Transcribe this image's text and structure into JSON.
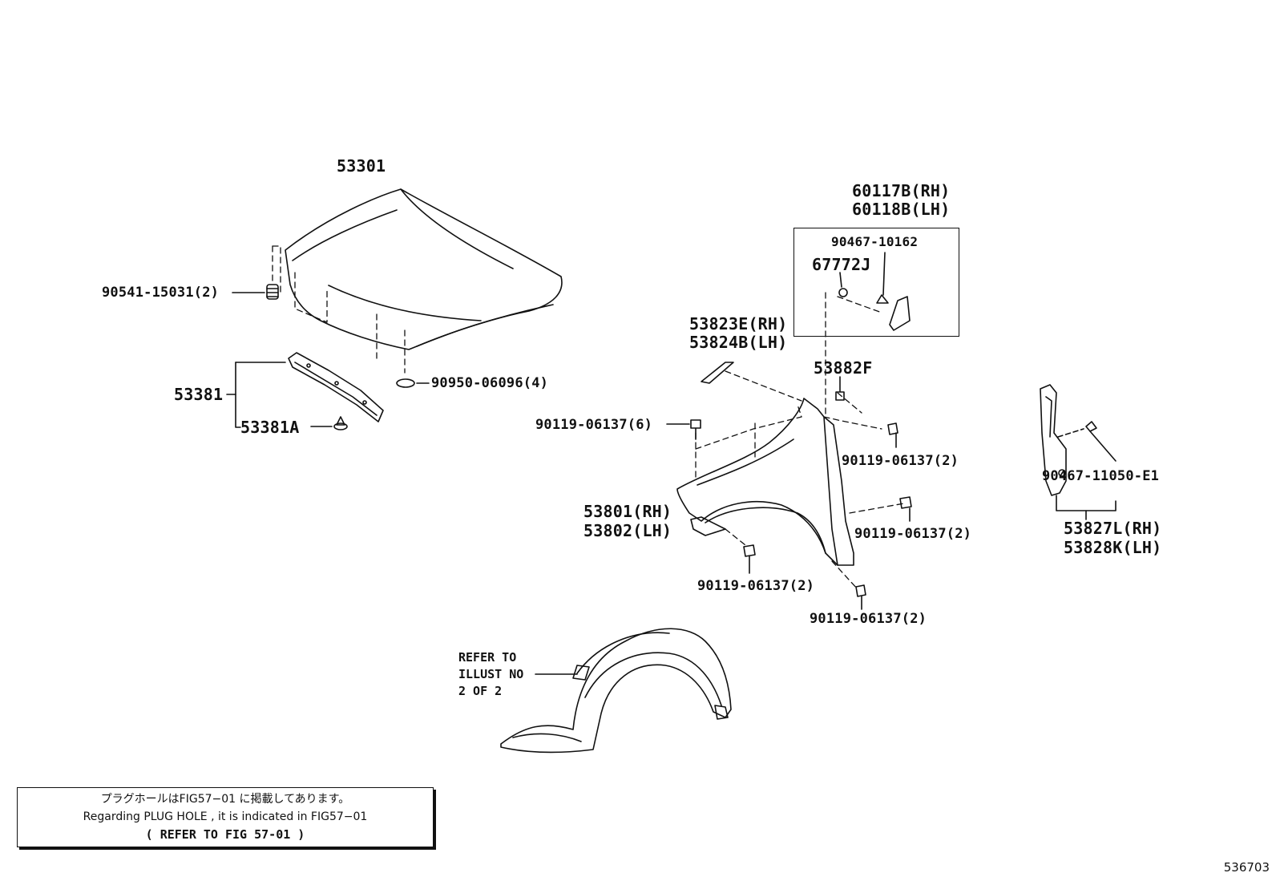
{
  "labels": {
    "hood": "53301",
    "hood_cushion": "90541-15031(2)",
    "hood_seal": "90950-06096(4)",
    "hood_seal_1": "53381",
    "hood_seal_clip": "53381A",
    "bracket_rh": "53823E(RH)",
    "bracket_lh": "53824B(LH)",
    "mudguard_rh": "60117B(RH)",
    "mudguard_lh": "60118B(LH)",
    "clip_kit": "90467-10162",
    "mudguard_sub": "67772J",
    "nut": "53882F",
    "bolt_6": "90119-06137(6)",
    "bolt_2a": "90119-06137(2)",
    "fender_rh": "53801(RH)",
    "fender_lh": "53802(LH)",
    "bolt_2b": "90119-06137(2)",
    "bolt_2c": "90119-06137(2)",
    "bolt_2d": "90119-06137(2)",
    "clip_e1": "90467-11050-E1",
    "seal_rh": "53827L(RH)",
    "seal_lh": "53828K(LH)",
    "refer_line1": "REFER TO",
    "refer_line2": "ILLUST NO",
    "refer_line3": "2 OF 2"
  },
  "note": {
    "jp": "プラグホールはFIG57−01 に掲載してあります。",
    "en": "Regarding  PLUG HOLE , it is indicated  in  FIG57−01",
    "ref": "(  REFER TO FIG 57-01  )"
  },
  "figure_id": "536703"
}
